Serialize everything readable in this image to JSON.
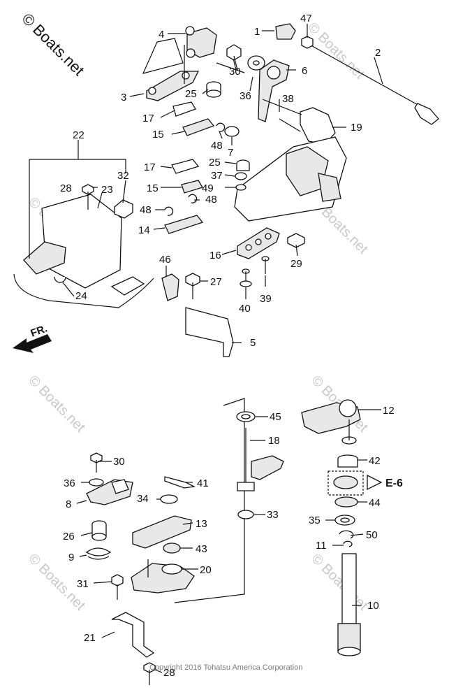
{
  "brand": "© Boats.net",
  "watermark": "© Boats.net",
  "copyright": "Copyright 2016 Tohatsu America Corporation",
  "direction_label": "FR.",
  "reference_label": "E-6",
  "part_numbers": [
    "1",
    "2",
    "3",
    "4",
    "5",
    "6",
    "7",
    "8",
    "9",
    "10",
    "11",
    "12",
    "13",
    "14",
    "15",
    "15",
    "16",
    "17",
    "17",
    "18",
    "19",
    "20",
    "21",
    "22",
    "23",
    "24",
    "25",
    "25",
    "26",
    "27",
    "28",
    "28",
    "29",
    "30",
    "30",
    "31",
    "32",
    "33",
    "34",
    "35",
    "36",
    "36",
    "37",
    "38",
    "39",
    "40",
    "41",
    "42",
    "43",
    "44",
    "45",
    "46",
    "47",
    "48",
    "48",
    "48",
    "49",
    "50"
  ]
}
